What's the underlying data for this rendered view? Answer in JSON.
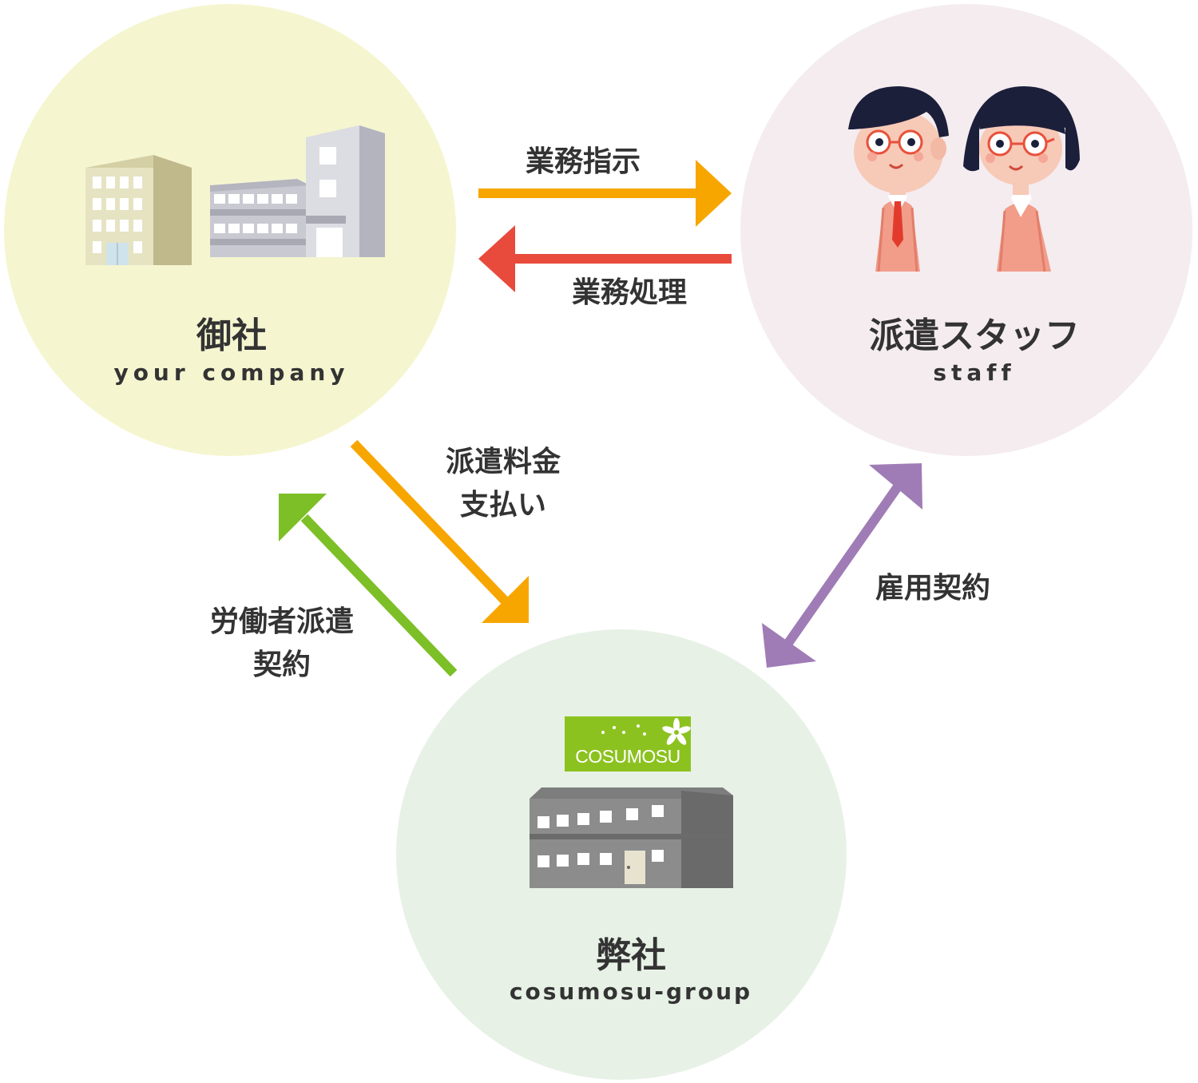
{
  "nodes": {
    "client": {
      "title": "御社",
      "subtitle": "your company",
      "color": "#f5f6d0"
    },
    "staff": {
      "title": "派遣スタッフ",
      "subtitle": "staff",
      "color": "#f4ecef"
    },
    "agency": {
      "title": "弊社",
      "subtitle": "cosumosu-group",
      "color": "#e7f1e6",
      "logo_text": "COSUMOSU"
    }
  },
  "flows": {
    "work_instruction": {
      "label": "業務指示",
      "color": "#f7a600"
    },
    "work_processing": {
      "label": "業務処理",
      "color": "#e84a3b"
    },
    "fee_payment": {
      "lines": [
        "派遣料金",
        "支払い"
      ],
      "color": "#f7a600"
    },
    "dispatch_contract": {
      "lines": [
        "労働者派遣",
        "契約"
      ],
      "color": "#7dbf26"
    },
    "employment_contract": {
      "label": "雇用契約",
      "color": "#a07cb6"
    }
  }
}
